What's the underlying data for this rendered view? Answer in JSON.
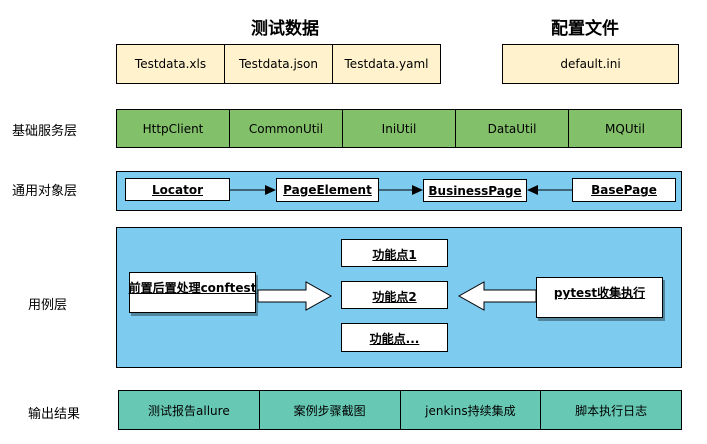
{
  "headings": {
    "test_data": "测试数据",
    "config_file": "配置文件"
  },
  "data_files": [
    "Testdata.xls",
    "Testdata.json",
    "Testdata.yaml"
  ],
  "config_files": [
    "default.ini"
  ],
  "layers": {
    "base_services": {
      "label": "基础服务层",
      "items": [
        "HttpClient",
        "CommonUtil",
        "IniUtil",
        "DataUtil",
        "MQUtil"
      ]
    },
    "common_objects": {
      "label": "通用对象层",
      "locator": "Locator",
      "page_element": "PageElement",
      "business_page": "BusinessPage",
      "base_page": "BasePage"
    },
    "test_cases": {
      "label": "用例层",
      "setup_teardown": "前置后置处理conftest",
      "feature_1": "功能点1",
      "feature_2": "功能点2",
      "feature_more": "功能点...",
      "pytest_collect": "pytest收集执行"
    },
    "output": {
      "label": "输出结果",
      "items": [
        "测试报告allure",
        "案例步骤截图",
        "jenkins持续集成",
        "脚本执行日志"
      ]
    }
  },
  "colors": {
    "yellow": "#fff2cc",
    "green": "#82c06a",
    "blue": "#7ecbf0",
    "teal": "#67c9b4"
  }
}
